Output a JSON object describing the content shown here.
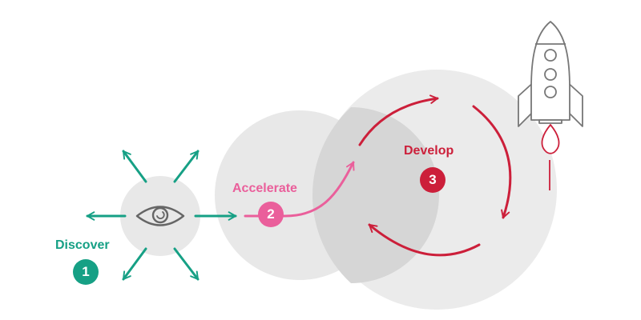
{
  "colors": {
    "discover": "#16a085",
    "accelerate": "#ea5f9b",
    "develop": "#cc1f3a",
    "circle_fill": "#e8e8e8",
    "icon_stroke": "#666666"
  },
  "stages": {
    "discover": {
      "label": "Discover",
      "number": "1",
      "icon": "eye-icon"
    },
    "accelerate": {
      "label": "Accelerate",
      "number": "2",
      "icon": "curved-arrow-icon"
    },
    "develop": {
      "label": "Develop",
      "number": "3",
      "icon": "cycle-arrows-icon"
    },
    "launch": {
      "icon": "rocket-icon"
    }
  }
}
